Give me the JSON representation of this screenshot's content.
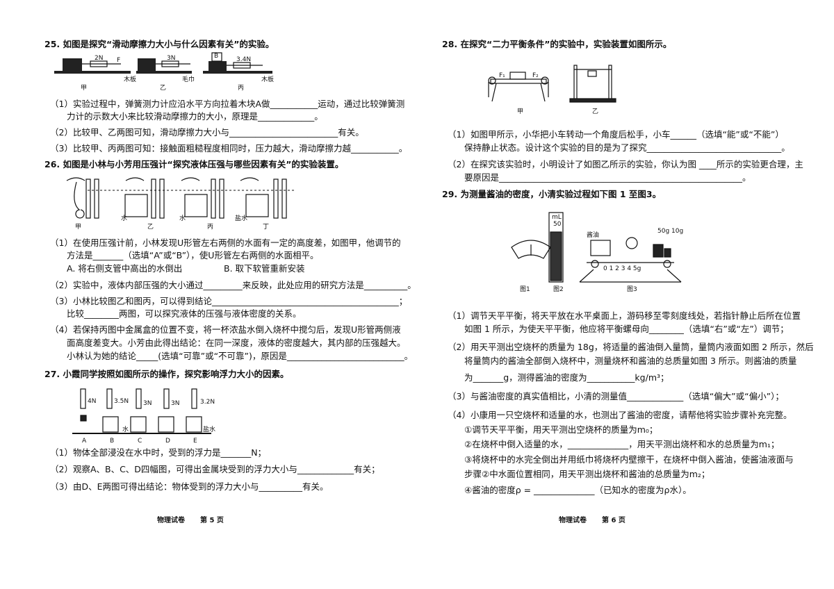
{
  "left": {
    "q25": {
      "title": "25. 如图是探究“滑动摩擦力大小与什么因素有关”的实验。",
      "fig": {
        "f1": "2N",
        "f2": "3N",
        "f3": "3.4N",
        "label_f": "F",
        "label_b": "B",
        "s1": "木板",
        "s2": "毛巾",
        "s3": "木板",
        "cap1": "甲",
        "cap2": "乙",
        "cap3": "丙"
      },
      "p1a": "（1）实验过程中，弹簧测力计应沿水平方向拉着木块A做___________运动，通过比较弹簧测",
      "p1b": "力计的示数大小来比较滑动摩擦力的大小，原理是_____________。",
      "p2": "（2）比较甲、乙两图可知，滑动摩擦力大小与_________________________有关。",
      "p3": "（3）比较甲、丙两图可知：接触面粗糙程度相同时，压力越大，滑动摩擦力越___________。"
    },
    "q26": {
      "title": "26. 如图是小林与小芳用压强计“探究液体压强与哪些因素有关”的实验装置。",
      "fig": {
        "cap1": "甲",
        "cap2": "乙",
        "cap3": "丙",
        "cap4": "丁",
        "w1": "水",
        "w2": "水",
        "w3": "盐水"
      },
      "p1a": "（1）在使用压强计前，小林发现U形管左右两侧的水面有一定的高度差，如图甲，他调节的",
      "p1b": "方法是_______（选填“A”或“B”），使U形管左右两侧的水面相平。",
      "optA": "A. 将右侧支管中高出的水倒出",
      "optB": "B. 取下软管重新安装",
      "p2": "（2）实验中，液体内部压强的大小通过_________来反映，此处应用的研究方法是__________。",
      "p3a": "（3）小林比较图乙和图丙，可以得到结论___________________________________________；",
      "p3b": "比较________两图，可以探究液体的压强与液体密度的关系。",
      "p4a": "（4）若保持丙图中金属盒的位置不变，将一杯浓盐水倒入烧杯中搅匀后，发现U形管两侧液",
      "p4b": "面高度差变大。小芳由此得出结论：在同一深度，液体的密度越大，其内部的压强越大。",
      "p4c": "小林认为她的结论_____(选填“可靠”或“不可靠”)，原因是___________________________。"
    },
    "q27": {
      "title": "27. 小霞同学按照如图所示的操作，探究影响浮力大小的因素。",
      "fig": {
        "r1": "4N",
        "r2": "3.5N",
        "r3": "3N",
        "r4": "3N",
        "r5": "3.2N",
        "capA": "A",
        "capB": "B",
        "capC": "C",
        "capD": "D",
        "capE": "E",
        "w": "水",
        "salt": "盐水"
      },
      "p1": "（1）物体全部浸没在水中时，受到的浮力是_______N；",
      "p2": "（2）观察A、B、C、D四幅图，可得出金属块受到的浮力大小与_____________有关；",
      "p3": "（3）由D、E两图可得出结论：物体受到的浮力大小与__________有关。"
    },
    "footer": {
      "name": "物理试卷",
      "page": "第 5 页"
    }
  },
  "right": {
    "q28": {
      "title": "28. 在探究“二力平衡条件”的实验中，实验装置如图所示。",
      "fig": {
        "f1": "F₁",
        "f2": "F₂",
        "cap1": "甲",
        "cap2": "乙"
      },
      "p1a": "（1）如图甲所示，小华把小车转动一个角度后松手，小车______（选填“能”或“不能”）",
      "p1b": "保持静止状态。设计这个实验的目的是为了探究_______________________________。",
      "p2a": "（2）在探究该实验时，小明设计了如图乙所示的实验，你认为图 ____所示的实验更合理，主",
      "p2b": "要原因是________________________________________________________。"
    },
    "q29": {
      "title": "29. 为测量酱油的密度，小清实验过程如下图 1 至图3。",
      "fig": {
        "ml": "mL",
        "ml50": "50",
        "oil": "酱油",
        "weights": "50g 10g",
        "cap1": "图1",
        "cap2": "图2",
        "cap3": "图3",
        "scale": "0 1 2 3 4 5g"
      },
      "p1a": "（1）调节天平平衡，将天平放在水平桌面上，游码移至零刻度线处，若指针静止后所在位置",
      "p1b": "如图 1 所示，为使天平平衡，他应将平衡螺母向________（选填“右”或“左”）调节；",
      "p2a": "（2）用天平测出空烧杯的质量为 18g，将适量的酱油倒入量筒，量筒内液面如图 2 所示，然后",
      "p2b": "将量筒内的酱油全部倒入烧杯中，测量烧杯和酱油的总质量如图 3 所示。则酱油的质量",
      "p2c": "为_______g，测得酱油的密度为___________kg/m³；",
      "p3": "（3）与酱油密度的真实值相比，小清的测量值_____________（选填“偏大”或“偏小”）；",
      "p4": "（4）小康用一只空烧杯和适量的水，也测出了酱油的密度，请帮他将实验步骤补充完整。",
      "s1": "①调节天平平衡，用天平测出空烧杯的质量为m₀；",
      "s2": "②在烧杯中倒入适量的水，______________，用天平测出烧杯和水的总质量为m₁；",
      "s3a": "③将烧杯中的水完全倒出并用纸巾将烧杯内壁擦干，在烧杯中倒入酱油，使酱油液面与",
      "s3b": "步骤②中水面位置相同，用天平测出烧杯和酱油的总质量为m₂；",
      "s4": "④酱油的密度ρ = ______________（已知水的密度为ρ水）。"
    },
    "footer": {
      "name": "物理试卷",
      "page": "第 6 页"
    }
  }
}
